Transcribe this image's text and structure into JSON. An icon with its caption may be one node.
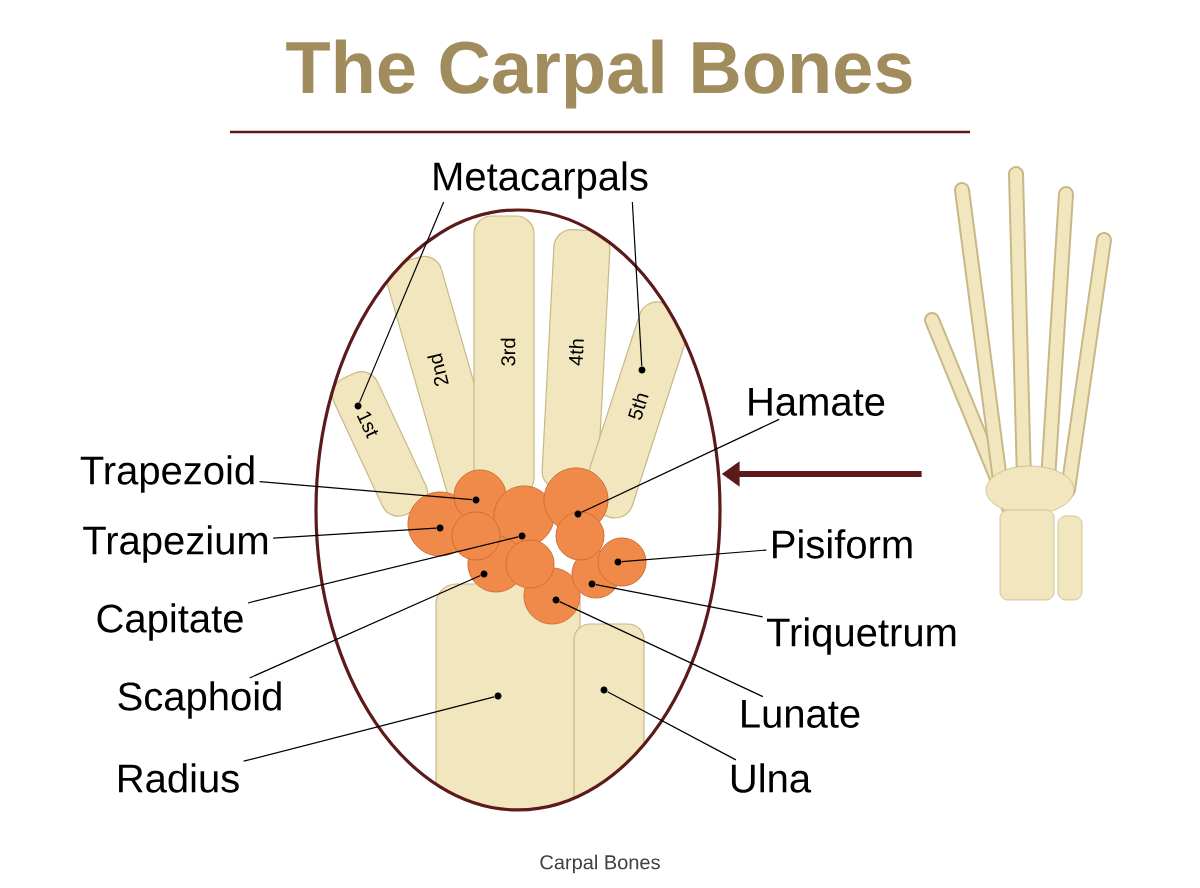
{
  "diagram": {
    "title": "The Carpal Bones",
    "caption": "Carpal Bones",
    "nodes": [
      {
        "text": [
          "Metacarpals"
        ]
      },
      {
        "text": [],
        "shape": "ellipse"
      },
      {
        "text": [],
        "shape": "circle",
        "in": 1
      },
      {
        "text": [],
        "shape": "circle",
        "in": 1
      },
      {
        "text": [
          "Hamate"
        ]
      },
      {
        "text": [],
        "shape": "circle",
        "in": 1
      },
      {
        "text": [
          "Trapezoid"
        ]
      },
      {
        "text": [],
        "shape": "circle",
        "in": 1
      },
      {
        "text": [],
        "shape": "picture"
      },
      {
        "text": [
          "Trapezium"
        ]
      },
      {
        "text": [],
        "shape": "circle",
        "in": 1
      },
      {
        "text": [
          "Pisiform"
        ]
      },
      {
        "text": [],
        "shape": "circle",
        "in": 1
      },
      {
        "text": [
          "Capitate"
        ]
      },
      {
        "text": [],
        "shape": "circle",
        "in": 1
      },
      {
        "text": [
          "Triquetrum"
        ]
      },
      {
        "text": [],
        "shape": "circle",
        "in": 1
      },
      {
        "text": [
          "Scaphoid"
        ]
      },
      {
        "text": [],
        "shape": "circle",
        "in": 1
      },
      {
        "text": [
          "Lunate"
        ]
      },
      {
        "text": [],
        "shape": "circle",
        "in": 1
      },
      {
        "text": [
          "Radius"
        ]
      },
      {
        "text": [],
        "shape": "circle",
        "in": 1
      },
      {
        "text": [
          "Ulna"
        ]
      },
      {
        "text": [],
        "shape": "circle",
        "in": 1
      }
    ],
    "edges": [
      {
        "from": 0,
        "to": 2,
        "arrow": "none"
      },
      {
        "from": 0,
        "to": 3,
        "arrow": "none"
      },
      {
        "from": 4,
        "to": 5,
        "arrow": "none"
      },
      {
        "from": 6,
        "to": 7,
        "arrow": "none"
      },
      {
        "from": 8,
        "to": 1,
        "arrow": "to",
        "style": "thick",
        "color": "#5c1a1b"
      },
      {
        "from": 9,
        "to": 10,
        "arrow": "none"
      },
      {
        "from": 11,
        "to": 12,
        "arrow": "none"
      },
      {
        "from": 13,
        "to": 14,
        "arrow": "none"
      },
      {
        "from": 15,
        "to": 16,
        "arrow": "none"
      },
      {
        "from": 17,
        "to": 18,
        "arrow": "none"
      },
      {
        "from": 19,
        "to": 20,
        "arrow": "none"
      },
      {
        "from": 21,
        "to": 22,
        "arrow": "none"
      },
      {
        "from": 23,
        "to": 24,
        "arrow": "none"
      }
    ],
    "labels": [
      "1st",
      "2nd",
      "3rd",
      "4th",
      "5th"
    ]
  }
}
